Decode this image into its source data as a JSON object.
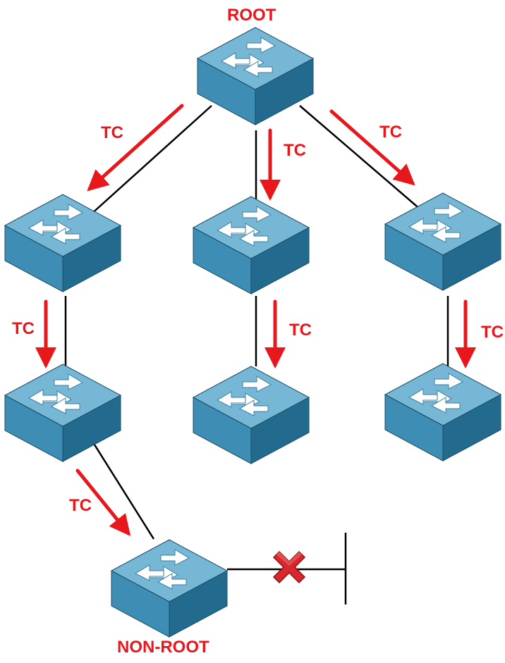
{
  "root_label": "ROOT",
  "non_root_label": "NON-ROOT",
  "tc_label": "TC",
  "switch_icon": "network-switch-icon",
  "blocked_icon": "red-x-icon",
  "colors": {
    "arrow": "#e8171c",
    "label": "#e8171c",
    "switch_top": "#6fb3d3",
    "switch_front": "#2d7aa3",
    "switch_side": "#1f5f82",
    "link": "#000000"
  }
}
